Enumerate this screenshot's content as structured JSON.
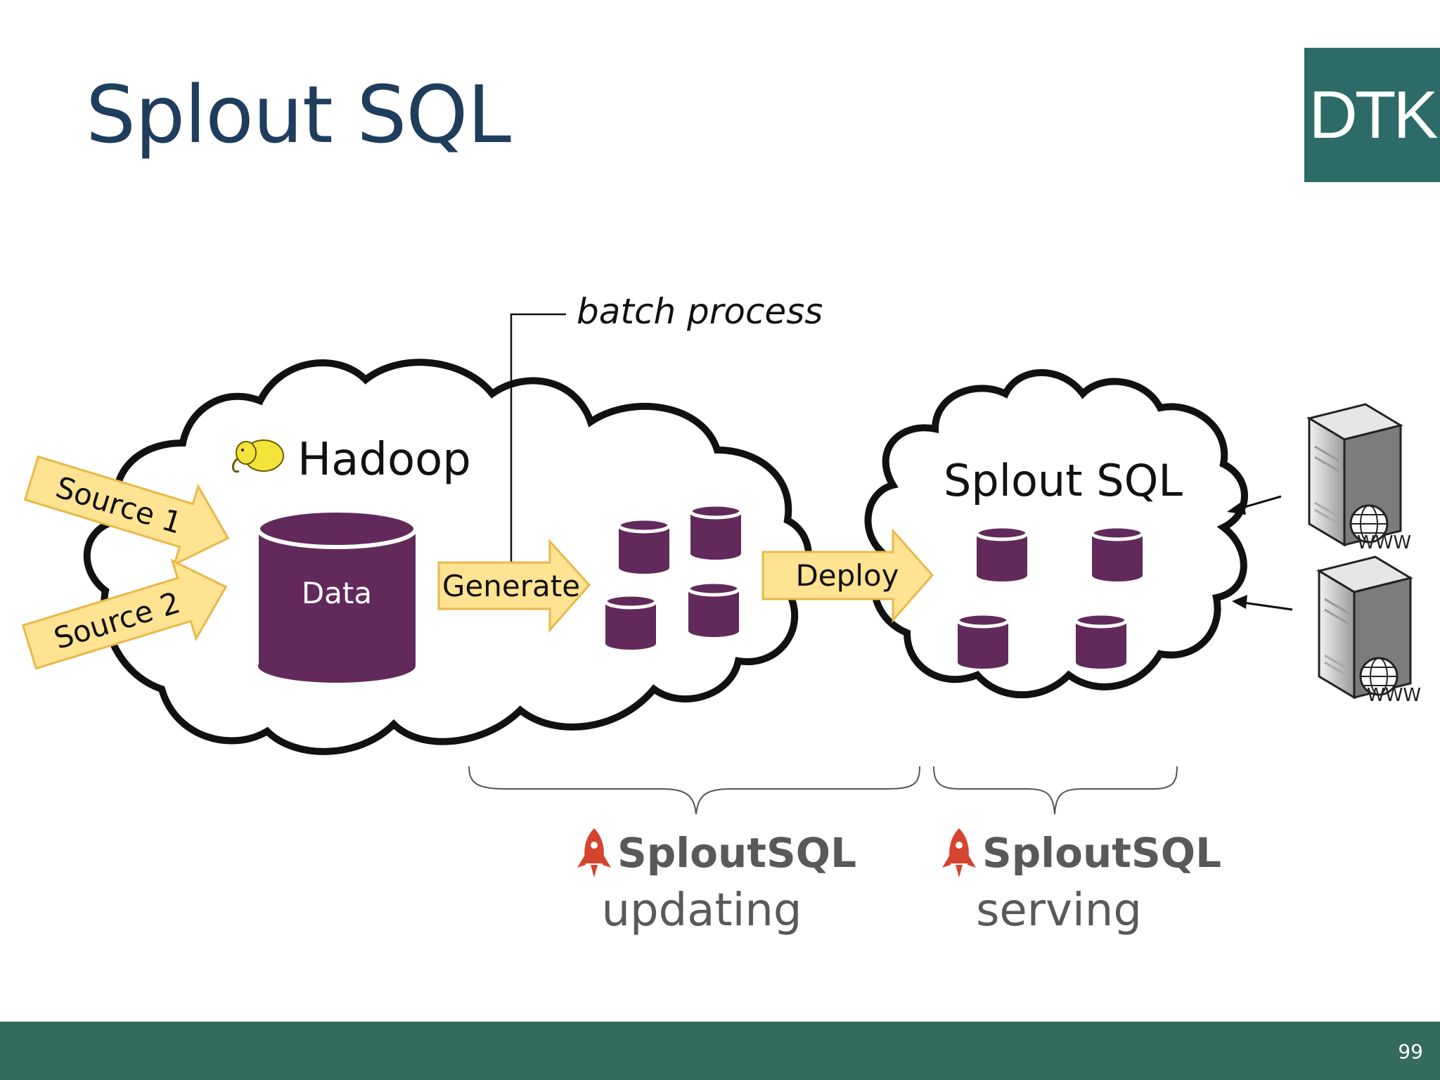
{
  "slide": {
    "title": "Splout SQL",
    "logo": "DTK",
    "page_number": "99"
  },
  "diagram": {
    "annotation": "batch process",
    "hadoop_label": "Hadoop",
    "data_label": "Data",
    "sources": [
      "Source 1",
      "Source 2"
    ],
    "generate_label": "Generate",
    "deploy_label": "Deploy",
    "splout_cloud_label": "Splout SQL",
    "server_label": "WWW",
    "brand_name": "SploutSQL",
    "updating_label": "updating",
    "serving_label": "serving"
  },
  "colors": {
    "title": "#1f3d5c",
    "logo_bg": "#2c6b68",
    "footer": "#336b5d",
    "database": "#622a5a",
    "arrow_fill": "#fde392",
    "arrow_stroke": "#e9b84a",
    "rocket": "#d6432f",
    "brand_text": "#58595b"
  },
  "icons": [
    "elephant-icon",
    "rocket-icon",
    "server-icon",
    "globe-icon",
    "database-icon"
  ]
}
